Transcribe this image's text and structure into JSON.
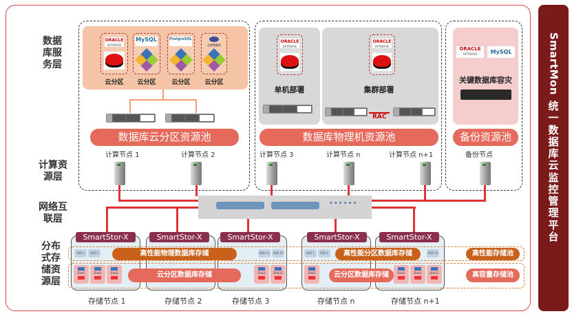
{
  "platform": {
    "name_en": "SmartMon",
    "name_cn": "统一数据库云监控管理平台"
  },
  "layers": {
    "db_service": "数据库服务层",
    "compute": "计算资源层",
    "network": "网络互联层",
    "storage": "分布式存储资源层"
  },
  "cloud_partition": {
    "partitions": [
      {
        "db": "ORACLE",
        "db_sub": "DATABASE",
        "os": "redhat-icon",
        "label": "云分区"
      },
      {
        "db": "MySQL",
        "db_sub": "",
        "os": "centos-icon",
        "label": "云分区"
      },
      {
        "db": "PostgreSQL",
        "db_sub": "",
        "os": "centos-icon",
        "label": "云分区"
      },
      {
        "db": "达梦数据库",
        "db_sub": "",
        "os": "centos-icon",
        "label": "云分区"
      }
    ],
    "pool_label": "数据库云分区资源池",
    "nodes": [
      "计算节点 1",
      "计算节点 2"
    ]
  },
  "physical": {
    "single": {
      "db": "ORACLE",
      "db_sub": "DATABASE",
      "label": "单机部署"
    },
    "cluster": {
      "db": "ORACLE",
      "db_sub": "DATABASE",
      "label": "集群部署",
      "link_label": "RAC"
    },
    "pool_label": "数据库物理机资源池",
    "nodes": [
      "计算节点 3",
      "计算节点 n",
      "计算节点 n+1"
    ]
  },
  "backup": {
    "dbs": [
      {
        "name": "ORACLE",
        "sub": "DATABASE"
      },
      {
        "name": "MySQL",
        "sub": ""
      }
    ],
    "label": "关键数据库容灾",
    "pool_label": "备份资源池",
    "node": "备份节点"
  },
  "storage": {
    "product": "SmartStor-X",
    "nodes": [
      "存储节点 1",
      "存储节点 2",
      "存储节点 3",
      "存储节点 n",
      "存储节点 n+1"
    ],
    "ssd_labels": [
      "SSD 1",
      "SSD 2",
      "SSD 11",
      "SSD 12"
    ],
    "disk_labels": [
      "Disk1",
      "Disk2",
      "Disk3",
      "Disk12"
    ],
    "bars": {
      "physical_perf": "高性能物理数据库存储",
      "cloud_left": "云分区数据库存储",
      "partition_perf": "高性能分区数据库存储",
      "cloud_right": "云分区数据库存储"
    },
    "pools": {
      "high_perf": "高性能存储池",
      "high_capacity": "高容量存储池"
    }
  },
  "colors": {
    "brand_dark_red": "#7a1a1a",
    "pool_red": "#e66a5c",
    "storage_orange": "#c9611a",
    "storstor_head": "#8c2f4e"
  }
}
